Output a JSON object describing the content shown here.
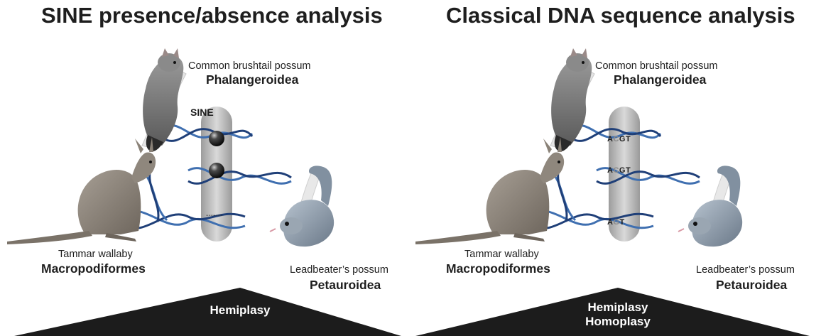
{
  "left_panel": {
    "title": "SINE presence/absence analysis",
    "marker_label": "SINE",
    "absent_marker": "-------",
    "taxa": {
      "possum": {
        "common": "Common brushtail possum",
        "group": "Phalangeroidea"
      },
      "wallaby": {
        "common": "Tammar wallaby",
        "group": "Macropodiformes"
      },
      "leadbeater": {
        "common": "Leadbeater’s possum",
        "group": "Petauroidea"
      }
    },
    "mountain": {
      "line1": "Hemiplasy",
      "line2": ""
    }
  },
  "right_panel": {
    "title": "Classical DNA sequence analysis",
    "sequences": [
      {
        "pre": "A",
        "var": "C",
        "post": "GT"
      },
      {
        "pre": "A",
        "var": "C",
        "post": "GT"
      },
      {
        "pre": "A",
        "var": "G",
        "post": "T"
      }
    ],
    "taxa": {
      "possum": {
        "common": "Common brushtail possum",
        "group": "Phalangeroidea"
      },
      "wallaby": {
        "common": "Tammar wallaby",
        "group": "Macropodiformes"
      },
      "leadbeater": {
        "common": "Leadbeater’s possum",
        "group": "Petauroidea"
      }
    },
    "mountain": {
      "line1": "Hemiplasy",
      "line2": "Homoplasy"
    }
  },
  "colors": {
    "dna": "#3f6fb0",
    "dna_dark": "#1f3f78",
    "column": "#b8b8b8",
    "mountain": "#1c1c1c",
    "animal": "#7f7f7f"
  }
}
